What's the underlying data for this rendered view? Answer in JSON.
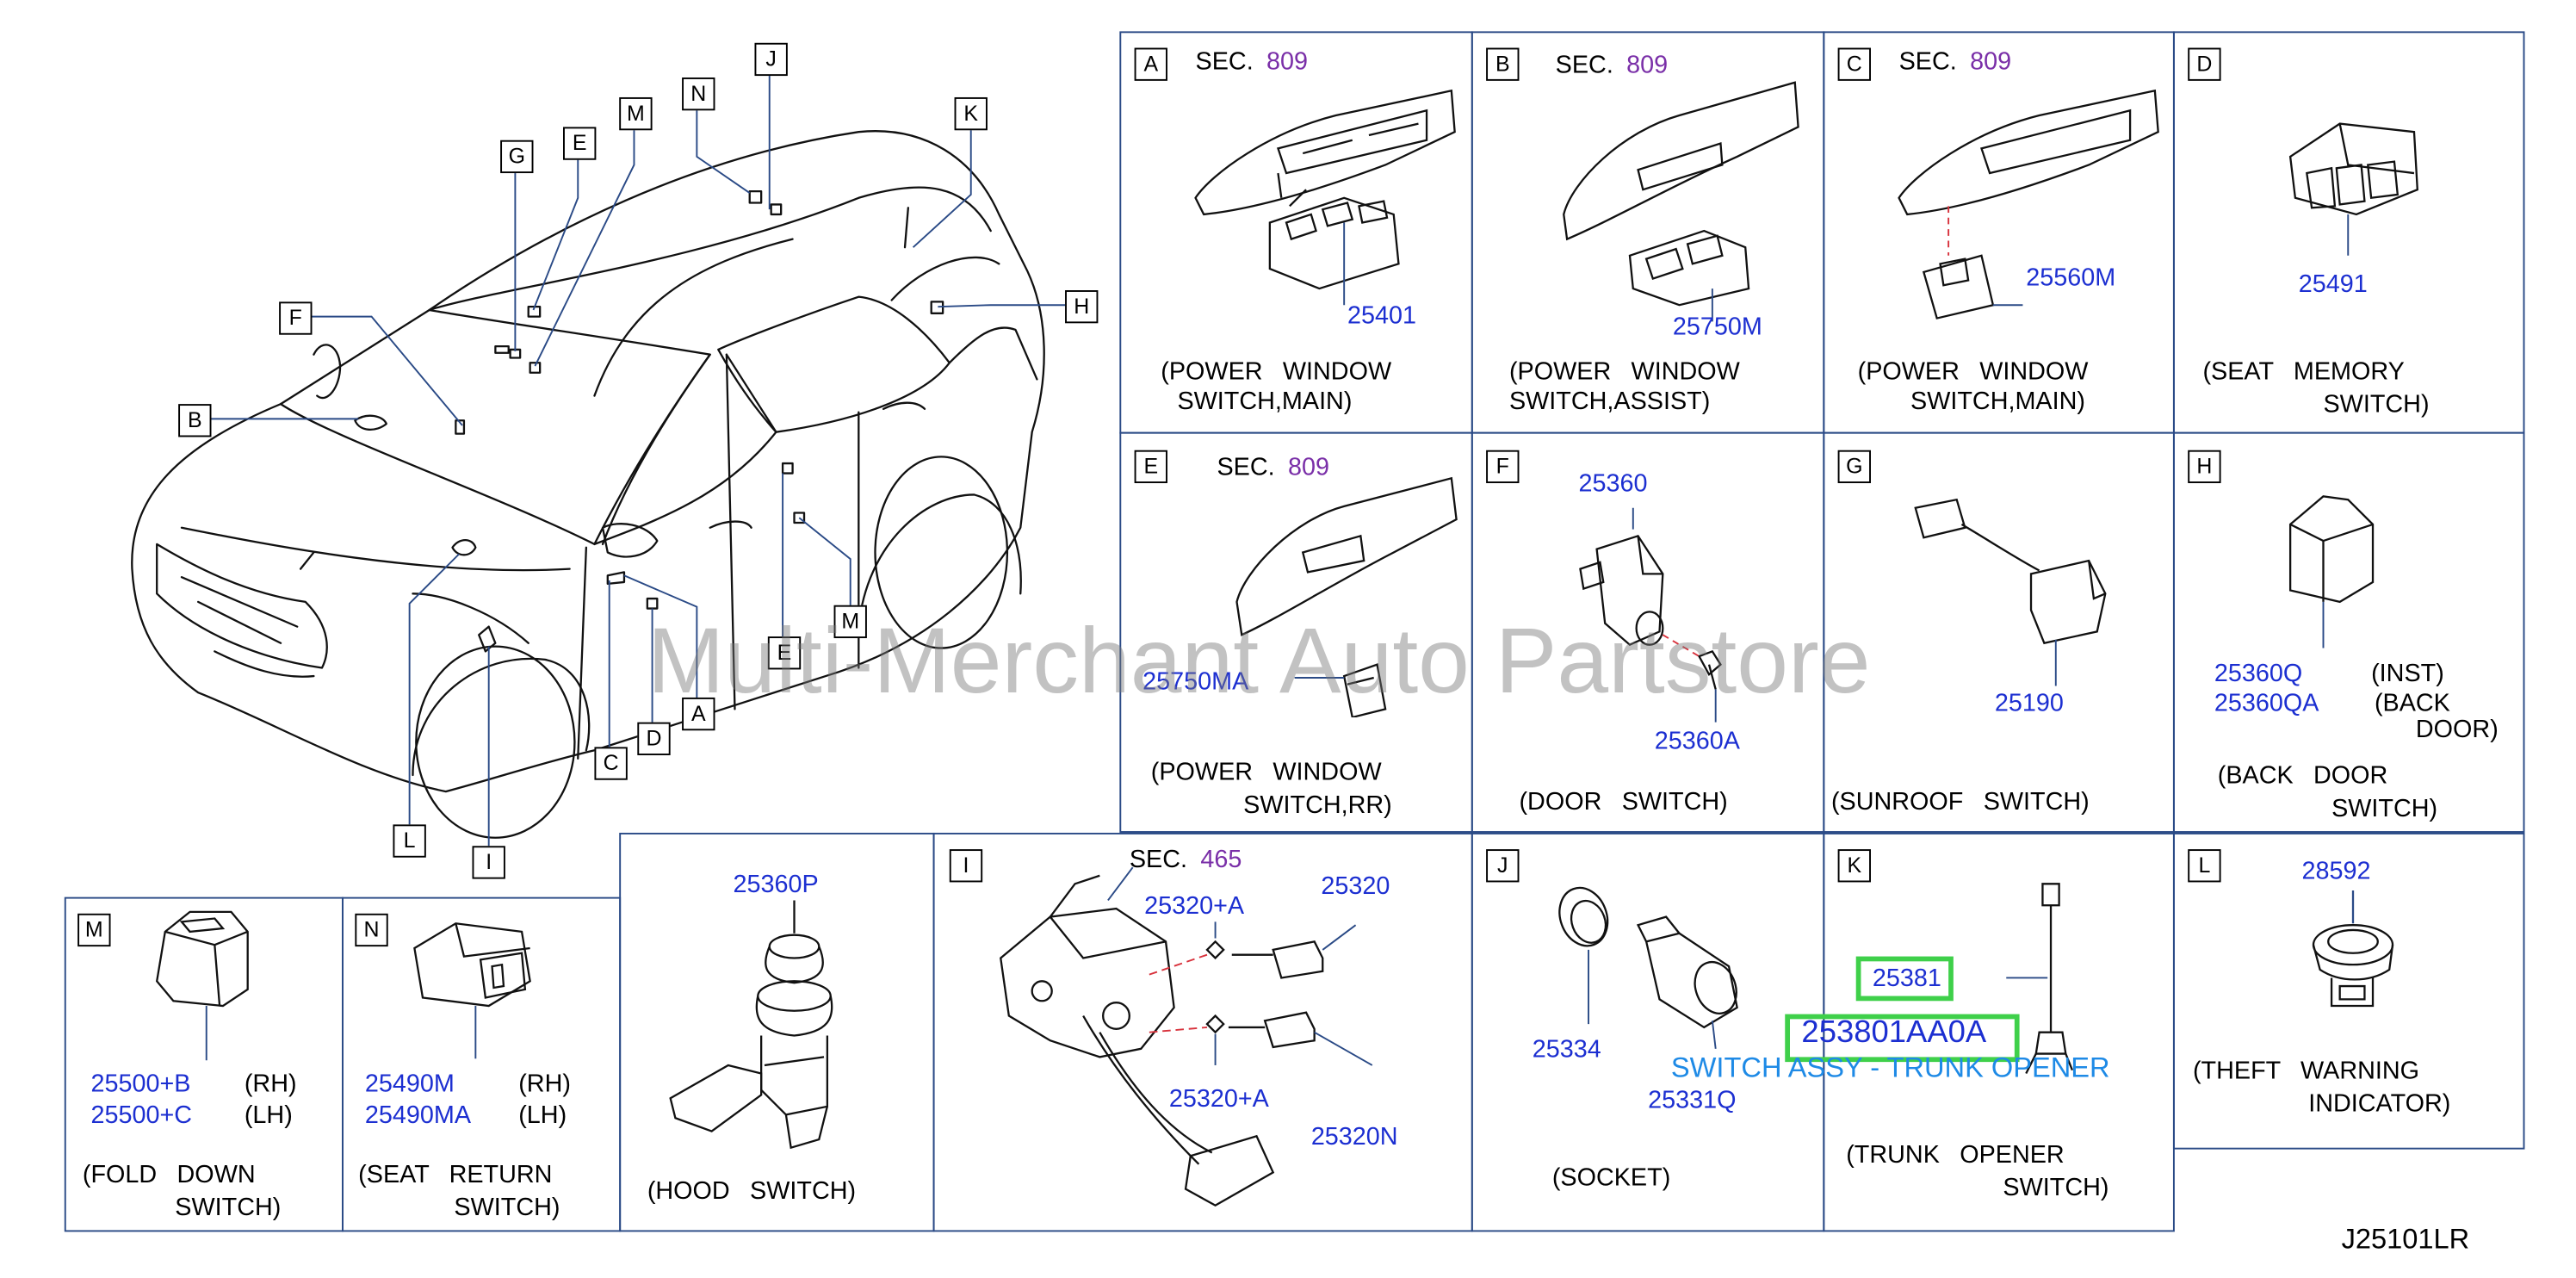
{
  "watermark": "Multi-Merchant Auto Partstore",
  "diagram_code": "J25101LR",
  "overview_tags": {
    "J": "J",
    "N": "N",
    "M": "M",
    "E": "E",
    "G": "G",
    "K": "K",
    "F": "F",
    "H": "H",
    "B": "B",
    "M2": "M",
    "E2": "E",
    "A": "A",
    "C": "C",
    "D": "D",
    "L": "L",
    "I": "I"
  },
  "panels": {
    "A": {
      "tag": "A",
      "sec": "SEC.",
      "sec_no": "809",
      "part": "25401",
      "cap1": "(POWER WINDOW",
      "cap2": "SWITCH,MAIN)"
    },
    "B": {
      "tag": "B",
      "sec": "SEC.",
      "sec_no": "809",
      "part": "25750M",
      "cap1": "(POWER WINDOW",
      "cap2": "SWITCH,ASSIST)"
    },
    "C": {
      "tag": "C",
      "sec": "SEC.",
      "sec_no": "809",
      "part": "25560M",
      "cap1": "(POWER WINDOW",
      "cap2": "SWITCH,MAIN)"
    },
    "D": {
      "tag": "D",
      "part": "25491",
      "cap1": "(SEAT MEMORY",
      "cap2": "SWITCH)"
    },
    "E": {
      "tag": "E",
      "sec": "SEC.",
      "sec_no": "809",
      "part": "25750MA",
      "cap1": "(POWER WINDOW",
      "cap2": "SWITCH,RR)"
    },
    "F": {
      "tag": "F",
      "part1": "25360",
      "part2": "25360A",
      "cap1": "(DOOR SWITCH)"
    },
    "G": {
      "tag": "G",
      "part": "25190",
      "cap1": "(SUNROOF SWITCH)"
    },
    "H": {
      "tag": "H",
      "part1": "25360Q",
      "side1": "(INST)",
      "part2": "25360QA",
      "side2a": "(BACK",
      "side2b": "DOOR)",
      "cap1": "(BACK DOOR",
      "cap2": "SWITCH)"
    },
    "M": {
      "tag": "M",
      "part1": "25500+B",
      "side1": "(RH)",
      "part2": "25500+C",
      "side2": "(LH)",
      "cap1": "(FOLD DOWN",
      "cap2": "SWITCH)"
    },
    "N": {
      "tag": "N",
      "part1": "25490M",
      "side1": "(RH)",
      "part2": "25490MA",
      "side2": "(LH)",
      "cap1": "(SEAT RETURN",
      "cap2": "SWITCH)"
    },
    "HOOD": {
      "part": "25360P",
      "cap1": "(HOOD SWITCH)"
    },
    "I": {
      "tag": "I",
      "sec": "SEC.",
      "sec_no": "465",
      "part1": "25320+A",
      "part2": "25320",
      "part3": "25320+A",
      "part4": "25320N"
    },
    "J": {
      "tag": "J",
      "part1": "25334",
      "part2": "25331Q",
      "cap1": "(SOCKET)"
    },
    "K": {
      "tag": "K",
      "part1": "25381",
      "part2": "253801AA0A",
      "desc": "SWITCH ASSY - TRUNK OPENER",
      "cap1": "(TRUNK OPENER",
      "cap2": "SWITCH)"
    },
    "L": {
      "tag": "L",
      "part": "28592",
      "cap1": "(THEFT WARNING",
      "cap2": "INDICATOR)"
    }
  }
}
